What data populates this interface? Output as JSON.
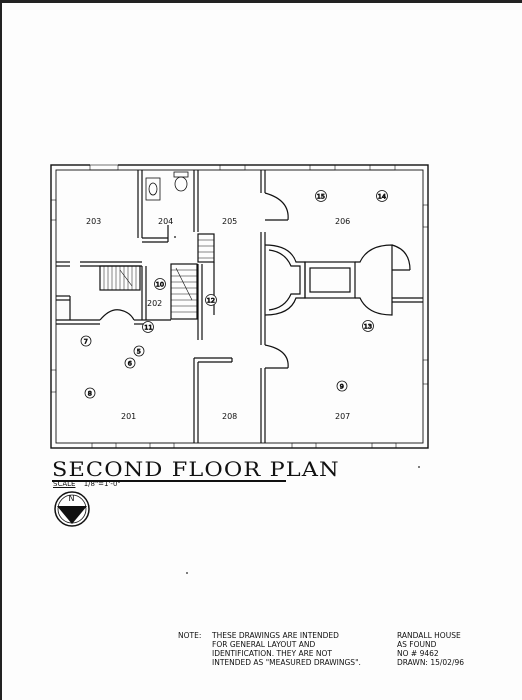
{
  "title": "SECOND FLOOR PLAN",
  "scale": {
    "label": "SCALE",
    "value": "1/8\"=1'-0\""
  },
  "north_label": "N",
  "rooms": [
    {
      "id": "r203",
      "label": "203"
    },
    {
      "id": "r204",
      "label": "204"
    },
    {
      "id": "r205",
      "label": "205"
    },
    {
      "id": "r206",
      "label": "206"
    },
    {
      "id": "r202",
      "label": "202"
    },
    {
      "id": "r201",
      "label": "201"
    },
    {
      "id": "r208",
      "label": "208"
    },
    {
      "id": "r207",
      "label": "207"
    }
  ],
  "photo_tags": [
    "5",
    "6",
    "7",
    "8",
    "9",
    "10",
    "11",
    "12",
    "13",
    "14",
    "15"
  ],
  "note": {
    "label": "NOTE:",
    "lines": [
      "THESE DRAWINGS ARE INTENDED",
      "FOR GENERAL LAYOUT AND",
      "IDENTIFICATION. THEY ARE NOT",
      "INTENDED AS \"MEASURED DRAWINGS\"."
    ]
  },
  "project": {
    "name": "RANDALL HOUSE",
    "status": "AS FOUND",
    "number": "NO # 9462",
    "drawn": "DRAWN: 15/02/96"
  }
}
